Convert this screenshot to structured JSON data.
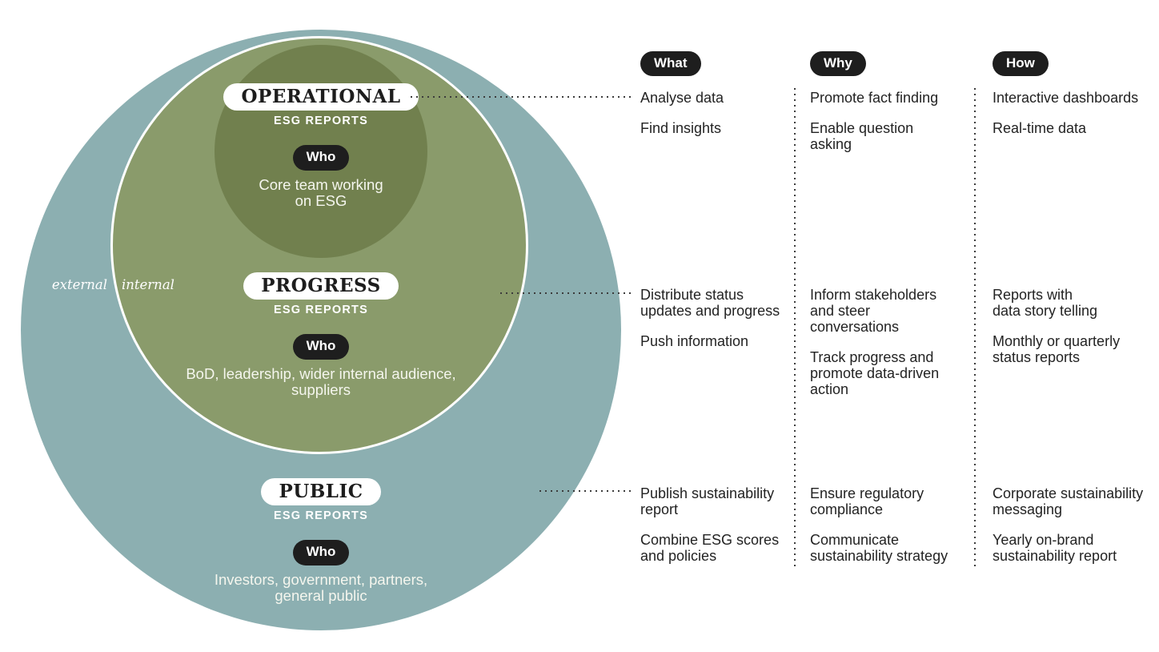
{
  "colors": {
    "outer_circle": "#8CAFB1",
    "middle_circle": "#8A9B6B",
    "inner_circle": "#71804E",
    "pill_dark": "#1E1E1E",
    "pill_light": "#FFFFFF",
    "body_text": "#232323",
    "circle_text": "#FFFFFF"
  },
  "diagram": {
    "external_label": "external",
    "internal_label": "internal",
    "rings": {
      "operational": {
        "title": "OPERATIONAL",
        "subtitle": "ESG REPORTS",
        "who_label": "Who",
        "audience": "Core team working\non ESG"
      },
      "progress": {
        "title": "PROGRESS",
        "subtitle": "ESG REPORTS",
        "who_label": "Who",
        "audience": "BoD, leadership, wider internal audience,\nsuppliers"
      },
      "public": {
        "title": "PUBLIC",
        "subtitle": "ESG REPORTS",
        "who_label": "Who",
        "audience": "Investors, government, partners,\ngeneral public"
      }
    }
  },
  "columns": {
    "what": {
      "header": "What",
      "operational": [
        "Analyse data",
        "Find insights"
      ],
      "progress": [
        "Distribute status\nupdates and progress",
        "Push information"
      ],
      "public": [
        "Publish sustainability\nreport",
        "Combine ESG scores\nand policies"
      ]
    },
    "why": {
      "header": "Why",
      "operational": [
        "Promote fact finding",
        "Enable question\nasking"
      ],
      "progress": [
        "Inform stakeholders\nand steer\nconversations",
        "Track progress and\npromote data-driven\naction"
      ],
      "public": [
        "Ensure regulatory\ncompliance",
        "Communicate\nsustainability strategy"
      ]
    },
    "how": {
      "header": "How",
      "operational": [
        "Interactive dashboards",
        "Real-time data"
      ],
      "progress": [
        "Reports with\ndata story telling",
        "Monthly or quarterly\nstatus reports"
      ],
      "public": [
        "Corporate sustainability\nmessaging",
        "Yearly on-brand\nsustainability report"
      ]
    }
  }
}
